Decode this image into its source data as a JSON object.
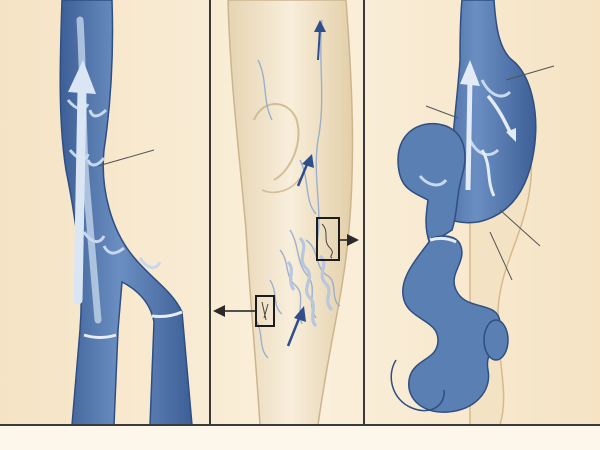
{
  "figure": {
    "panels": [
      {
        "id": "left",
        "subject": "normal-vein",
        "valves": "competent"
      },
      {
        "id": "center",
        "subject": "leg-with-varicose-veins"
      },
      {
        "id": "right",
        "subject": "varicose-vein",
        "valves": "incompetent"
      }
    ],
    "colors": {
      "background": "#fbf0dc",
      "vein_fill": "#5a7fb3",
      "vein_dark": "#3d5f97",
      "vein_light": "#b9cce6",
      "skin": "#f6ead4",
      "skin_shadow": "#d9c6a4",
      "panel_border": "#3a3a3a",
      "arrow": "#2e4f8c"
    },
    "icons": [
      "up-arrow-icon",
      "right-arrow-icon",
      "left-arrow-icon"
    ]
  }
}
